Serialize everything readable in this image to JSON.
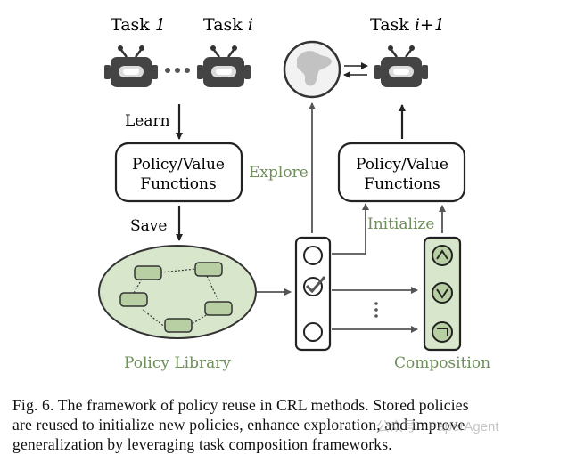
{
  "diagram": {
    "task_first_prefix": "Task ",
    "task_first_var": "1",
    "task_mid_prefix": "Task ",
    "task_mid_var": "i",
    "task_next_prefix": "Task ",
    "task_next_var": "i+1",
    "learn": "Learn",
    "save": "Save",
    "explore": "Explore",
    "initialize": "Initialize",
    "policy_left_l1": "Policy/Value",
    "policy_left_l2": "Functions",
    "policy_right_l1": "Policy/Value",
    "policy_right_l2": "Functions",
    "library": "Policy Library",
    "composition": "Composition",
    "colors": {
      "green_text": "#6e8f5a",
      "green_fill": "#d8e6cc",
      "green_node": "#b7cfa3",
      "robot_gray": "#444444"
    }
  },
  "caption": {
    "line1": "Fig. 6.    The framework of policy reuse in CRL methods. Stored policies",
    "line2": "are reused to initialize new policies, enhance exploration, and improve",
    "line3": "generalization by leveraging task composition frameworks."
  },
  "watermark": "公众号 · PaperAgent"
}
